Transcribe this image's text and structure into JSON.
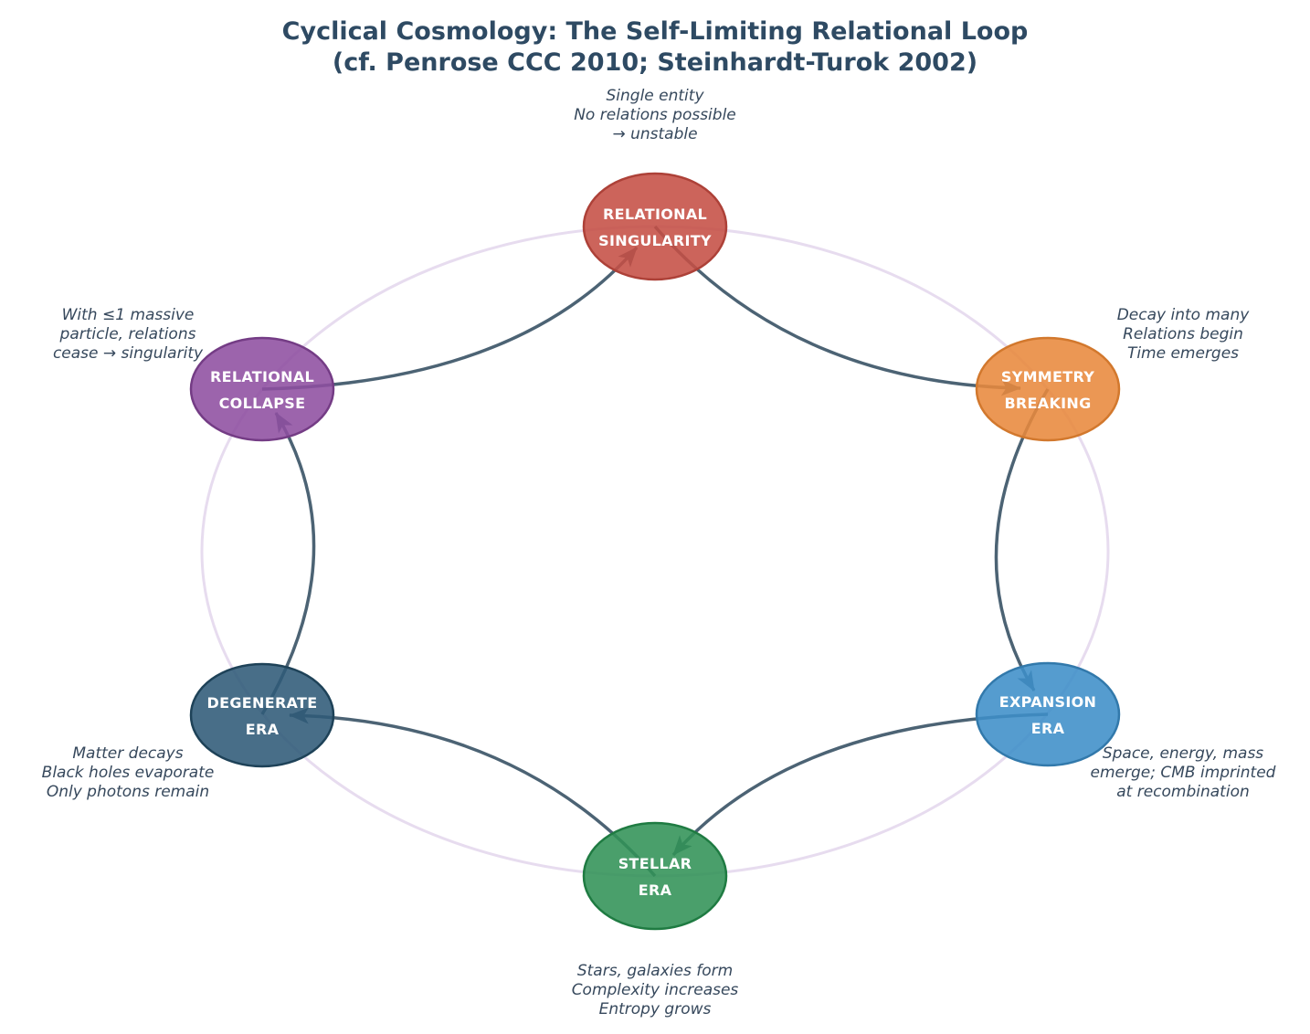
{
  "title": {
    "line1": "Cyclical Cosmology: The Self-Limiting Relational Loop",
    "line2": "(cf. Penrose CCC 2010; Steinhardt-Turok 2002)"
  },
  "diagram": {
    "type": "directed-cycle-diagram",
    "colors": {
      "title_text": "#2e4a63",
      "annotation_text": "#36485c",
      "node_text": "#ffffff",
      "edge": "#4c6374",
      "ring": "#e7dcef",
      "background": "#ffffff"
    },
    "nodes": [
      {
        "id": "relational-singularity",
        "label1": "RELATIONAL",
        "label2": "SINGULARITY",
        "fill": "#c54f44",
        "border": "#ad4138",
        "annotation": {
          "line1": "Single entity",
          "line2": "No relations possible",
          "line3": "→ unstable"
        }
      },
      {
        "id": "symmetry-breaking",
        "label1": "SYMMETRY",
        "label2": "BREAKING",
        "fill": "#e8893c",
        "border": "#d2782d",
        "annotation": {
          "line1": "Decay into many",
          "line2": "Relations begin",
          "line3": "Time emerges"
        }
      },
      {
        "id": "expansion-era",
        "label1": "EXPANSION",
        "label2": "ERA",
        "fill": "#3e8ec8",
        "border": "#3279ab",
        "annotation": {
          "line1": "Space, energy, mass",
          "line2": "emerge; CMB imprinted",
          "line3": "at recombination"
        }
      },
      {
        "id": "stellar-era",
        "label1": "STELLAR",
        "label2": "ERA",
        "fill": "#319257",
        "border": "#1f7b42",
        "annotation": {
          "line1": "Stars, galaxies form",
          "line2": "Complexity increases",
          "line3": "Entropy grows"
        }
      },
      {
        "id": "degenerate-era",
        "label1": "DEGENERATE",
        "label2": "ERA",
        "fill": "#2f5a78",
        "border": "#1e4258",
        "annotation": {
          "line1": "Matter decays",
          "line2": "Black holes evaporate",
          "line3": "Only photons remain"
        }
      },
      {
        "id": "relational-collapse",
        "label1": "RELATIONAL",
        "label2": "COLLAPSE",
        "fill": "#8e4fa0",
        "border": "#743c85",
        "annotation": {
          "line1": "With ≤1 massive",
          "line2": "particle, relations",
          "line3": "cease → singularity"
        }
      }
    ],
    "edges": [
      {
        "from": "relational-singularity",
        "to": "symmetry-breaking"
      },
      {
        "from": "symmetry-breaking",
        "to": "expansion-era"
      },
      {
        "from": "expansion-era",
        "to": "stellar-era"
      },
      {
        "from": "stellar-era",
        "to": "degenerate-era"
      },
      {
        "from": "degenerate-era",
        "to": "relational-collapse"
      },
      {
        "from": "relational-collapse",
        "to": "relational-singularity"
      }
    ]
  }
}
